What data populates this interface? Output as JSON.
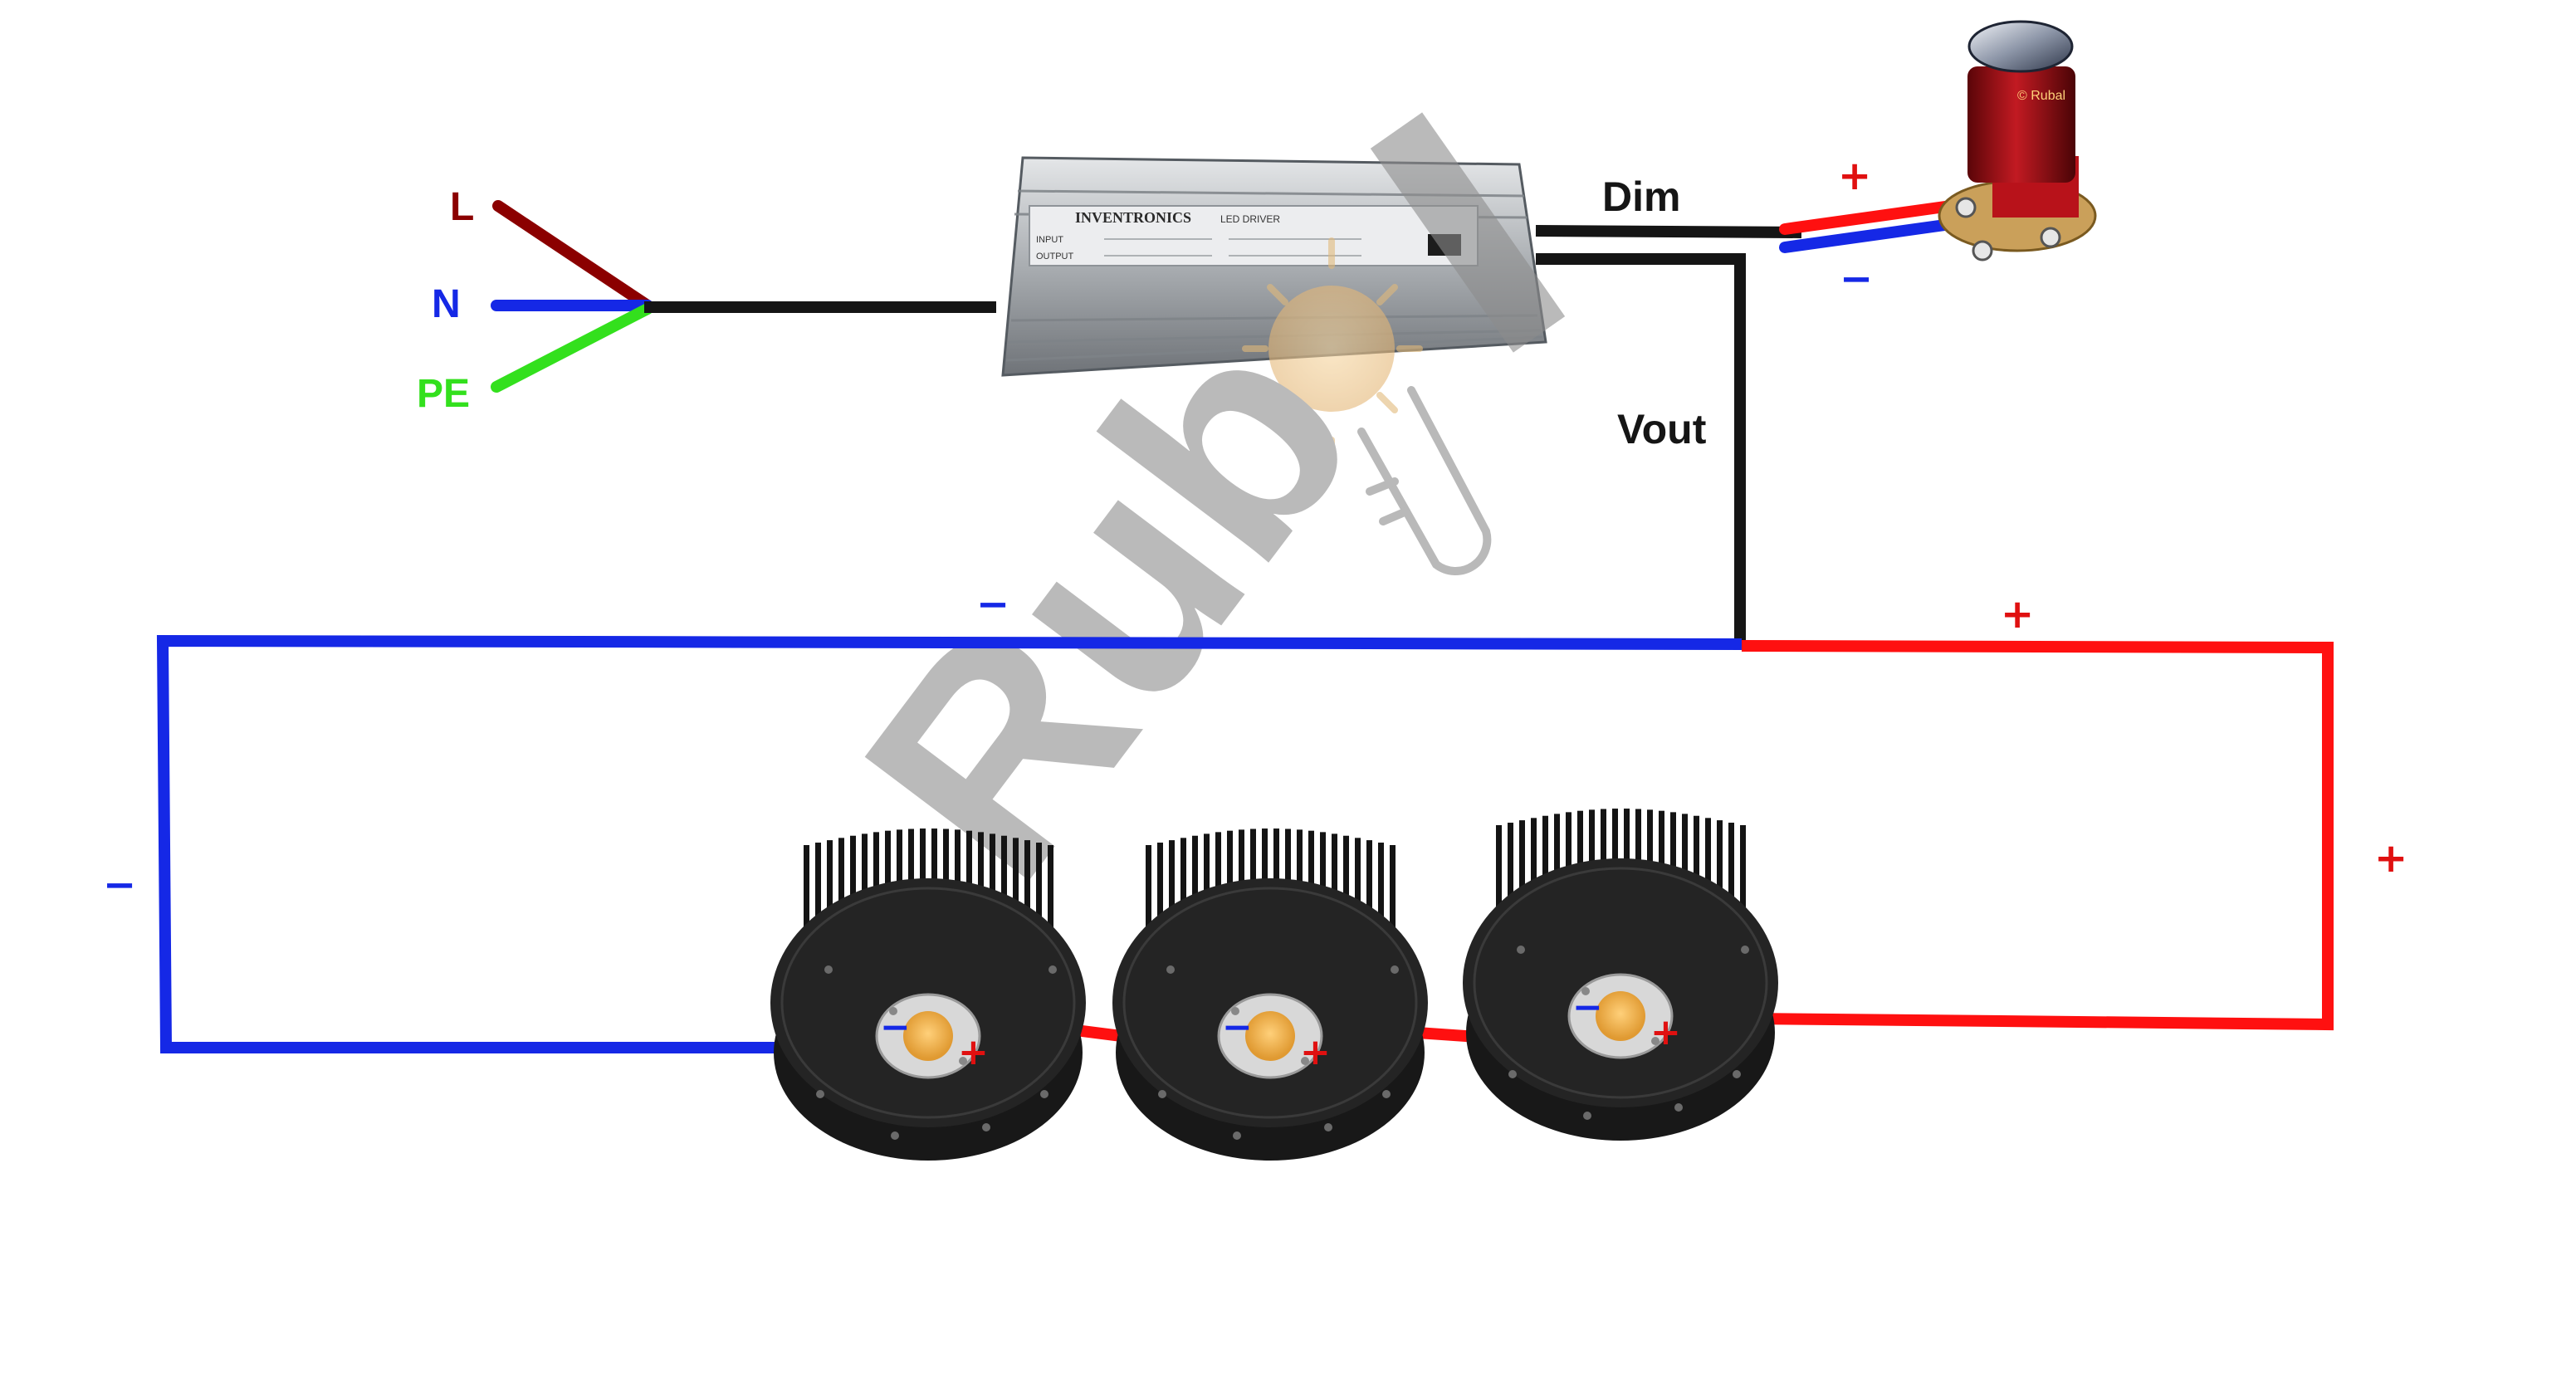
{
  "labels": {
    "line": "L",
    "neutral": "N",
    "earth": "PE",
    "dim": "Dim",
    "vout": "Vout",
    "plus": "+",
    "minus": "−"
  },
  "driver": {
    "brand": "INVENTRONICS",
    "product": "LED DRIVER",
    "input_label": "INPUT",
    "output_label": "OUTPUT"
  },
  "knob": {
    "brand": "© Rubal"
  },
  "watermark": {
    "text": "Rub"
  },
  "colors": {
    "line_wire": "#8B0000",
    "neutral_wire": "#1528e6",
    "earth_wire": "#33e01d",
    "negative_wire": "#1528e6",
    "positive_wire": "#ff1010",
    "signal_wire": "#151515",
    "minus_label": "#1528e6",
    "plus_label": "#e01010",
    "line_label": "#8B0000",
    "neutral_label": "#1528e6",
    "earth_label": "#33e01d"
  },
  "leds": [
    {
      "id": "led-1",
      "minus": "−",
      "plus": "+"
    },
    {
      "id": "led-2",
      "minus": "−",
      "plus": "+"
    },
    {
      "id": "led-3",
      "minus": "−",
      "plus": "+"
    }
  ]
}
